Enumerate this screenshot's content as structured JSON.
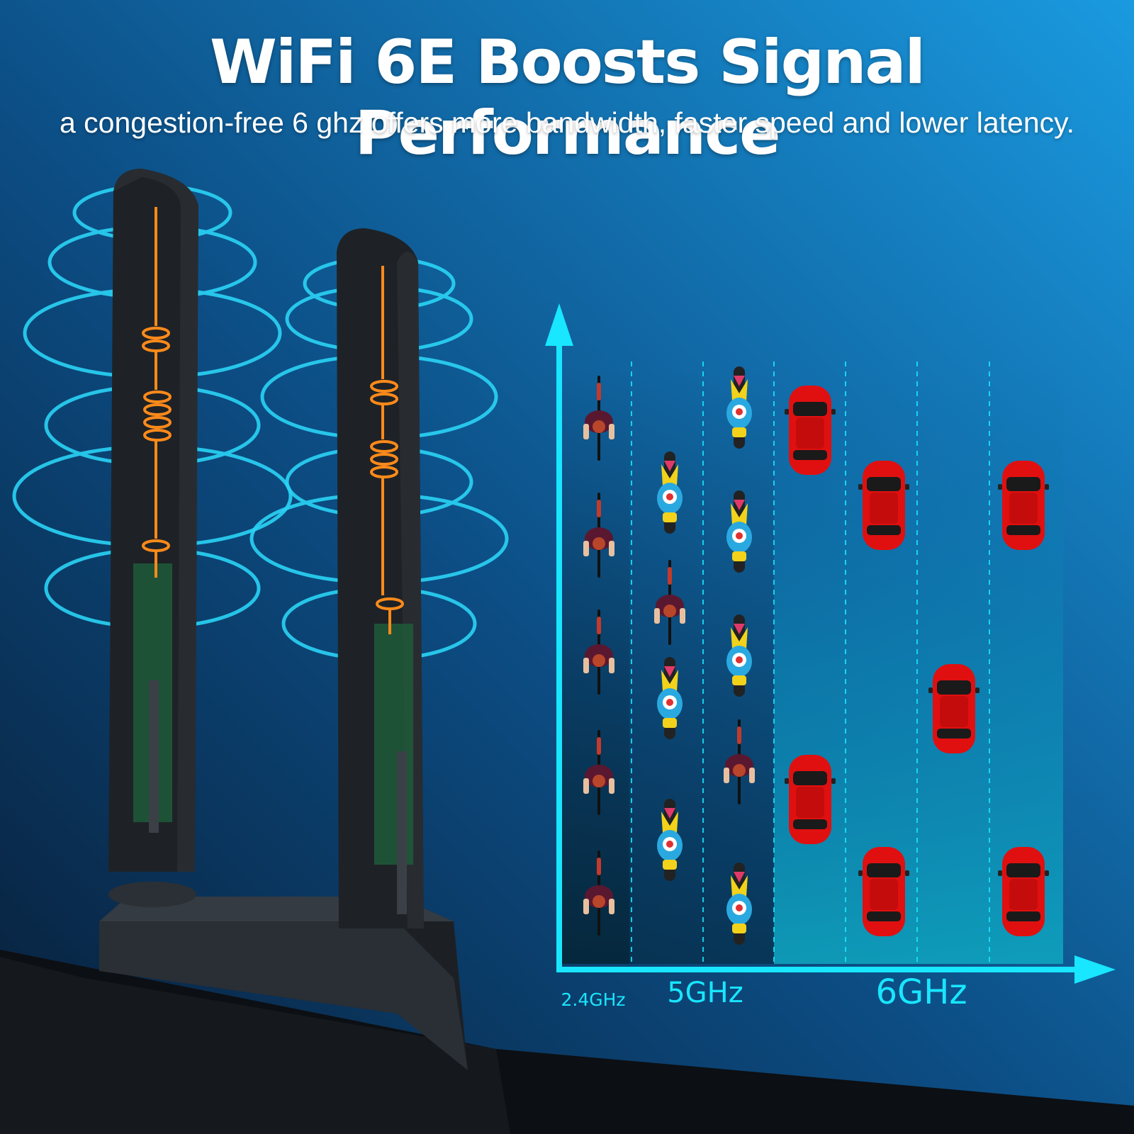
{
  "header": {
    "title": "WiFi 6E Boosts Signal Performance",
    "subtitle": "a congestion-free 6 ghz offers more bandwidth, faster speed and lower latency."
  },
  "bands": {
    "band_24": "2.4GHz",
    "band_5": "5GHz",
    "band_6": "6GHz"
  },
  "colors": {
    "background_dark": "#0a2a4a",
    "background_light": "#1890d8",
    "accent_cyan": "#19e6ff",
    "coil": "#ff8a1a",
    "car": "#e01010",
    "antenna": "#1e2226"
  },
  "illustration": {
    "antennas": "dual-antenna",
    "lanes": [
      {
        "band": "2.4GHz",
        "traffic": "bicycle"
      },
      {
        "band": "5GHz",
        "traffic": "bicycle"
      },
      {
        "band": "5GHz",
        "traffic": "motorbike"
      },
      {
        "band": "6GHz",
        "traffic": "car"
      },
      {
        "band": "6GHz",
        "traffic": "car"
      },
      {
        "band": "6GHz",
        "traffic": "car"
      },
      {
        "band": "6GHz",
        "traffic": "car"
      }
    ]
  }
}
